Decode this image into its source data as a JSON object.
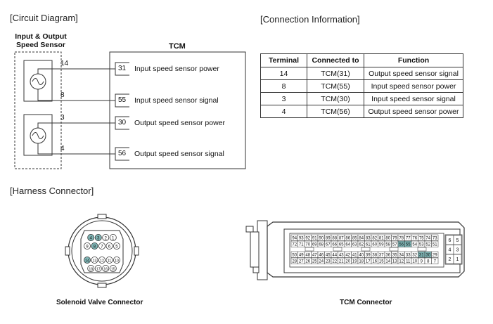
{
  "sections": {
    "circuit_diagram": "[Circuit Diagram]",
    "connection_information": "[Connection Information]",
    "harness_connector": "[Harness Connector]"
  },
  "circuit": {
    "sensor_label_line1": "Input & Output",
    "sensor_label_line2": "Speed Sensor",
    "tcm_label": "TCM",
    "wires": [
      {
        "sensor_pin": "14",
        "tcm_pin": "31",
        "function": "Input speed sensor power"
      },
      {
        "sensor_pin": "8",
        "tcm_pin": "55",
        "function": "Input speed sensor signal"
      },
      {
        "sensor_pin": "3",
        "tcm_pin": "30",
        "function": "Output speed sensor power"
      },
      {
        "sensor_pin": "4",
        "tcm_pin": "56",
        "function": "Output speed sensor signal"
      }
    ]
  },
  "connection_table": {
    "headers": [
      "Terminal",
      "Connected to",
      "Function"
    ],
    "rows": [
      [
        "14",
        "TCM(31)",
        "Output speed sensor signal"
      ],
      [
        "8",
        "TCM(55)",
        "Input speed sensor power"
      ],
      [
        "3",
        "TCM(30)",
        "Input speed sensor signal"
      ],
      [
        "4",
        "TCM(56)",
        "Output speed sensor power"
      ]
    ]
  },
  "solenoid_connector": {
    "caption": "Solenoid Valve Connector",
    "row1": [
      "4",
      "3",
      "2",
      "1"
    ],
    "row2": [
      "9",
      "8",
      "7",
      "6",
      "5"
    ],
    "row3": [
      "14",
      "13",
      "12",
      "11",
      "10"
    ],
    "row4": [
      "18",
      "17",
      "16",
      "15"
    ],
    "highlighted": [
      "3",
      "4",
      "8",
      "14"
    ],
    "highlight_color": "#7fb5b5"
  },
  "tcm_connector": {
    "caption": "TCM Connector",
    "row_a": [
      "94",
      "93",
      "92",
      "91",
      "90",
      "89",
      "88",
      "87",
      "86",
      "85",
      "84",
      "83",
      "82",
      "81",
      "80",
      "79",
      "78",
      "77",
      "76",
      "75",
      "74",
      "73"
    ],
    "row_b": [
      "72",
      "71",
      "70",
      "69",
      "68",
      "67",
      "66",
      "65",
      "64",
      "63",
      "62",
      "61",
      "60",
      "59",
      "58",
      "57",
      "56",
      "55",
      "54",
      "53",
      "52",
      "51"
    ],
    "row_c": [
      "50",
      "49",
      "48",
      "47",
      "46",
      "45",
      "44",
      "43",
      "42",
      "41",
      "40",
      "39",
      "38",
      "37",
      "36",
      "35",
      "34",
      "33",
      "32",
      "31",
      "30",
      "29"
    ],
    "row_d": [
      "28",
      "27",
      "26",
      "25",
      "24",
      "23",
      "22",
      "21",
      "20",
      "19",
      "18",
      "17",
      "16",
      "15",
      "14",
      "13",
      "12",
      "11",
      "10",
      "9",
      "8",
      "7"
    ],
    "side_grid": [
      [
        "6",
        "5"
      ],
      [
        "4",
        "3"
      ],
      [
        "2",
        "1"
      ]
    ],
    "highlighted": [
      "56",
      "55",
      "31",
      "30"
    ],
    "highlight_color": "#7fb5b5"
  }
}
